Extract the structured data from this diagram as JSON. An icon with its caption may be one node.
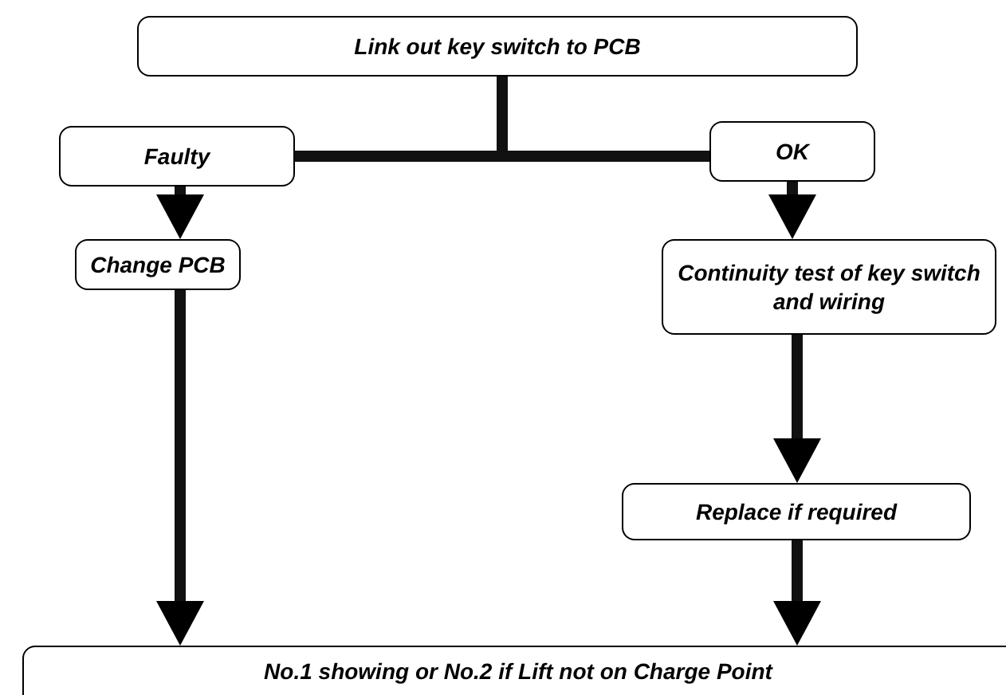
{
  "diagram": {
    "nodes": [
      {
        "text": [
          "Link out key switch to PCB"
        ]
      },
      {
        "text": [
          "Faulty"
        ]
      },
      {
        "text": [
          "OK"
        ]
      },
      {
        "text": [
          "Change PCB"
        ]
      },
      {
        "text": [
          "Continuity test of key switch and wiring"
        ]
      },
      {
        "text": [
          "Replace if required"
        ]
      },
      {
        "text": [
          "**No.1** showing or **No.2** if Lift not on Charge Point"
        ]
      }
    ],
    "edges": [
      {
        "from": 0,
        "to": 1,
        "arrow": "none"
      },
      {
        "from": 0,
        "to": 2,
        "arrow": "none"
      },
      {
        "from": 1,
        "to": 3,
        "arrow": "to"
      },
      {
        "from": 2,
        "to": 4,
        "arrow": "to"
      },
      {
        "from": 3,
        "to": 6,
        "arrow": "to"
      },
      {
        "from": 4,
        "to": 5,
        "arrow": "to"
      },
      {
        "from": 5,
        "to": 6,
        "arrow": "to"
      }
    ]
  }
}
